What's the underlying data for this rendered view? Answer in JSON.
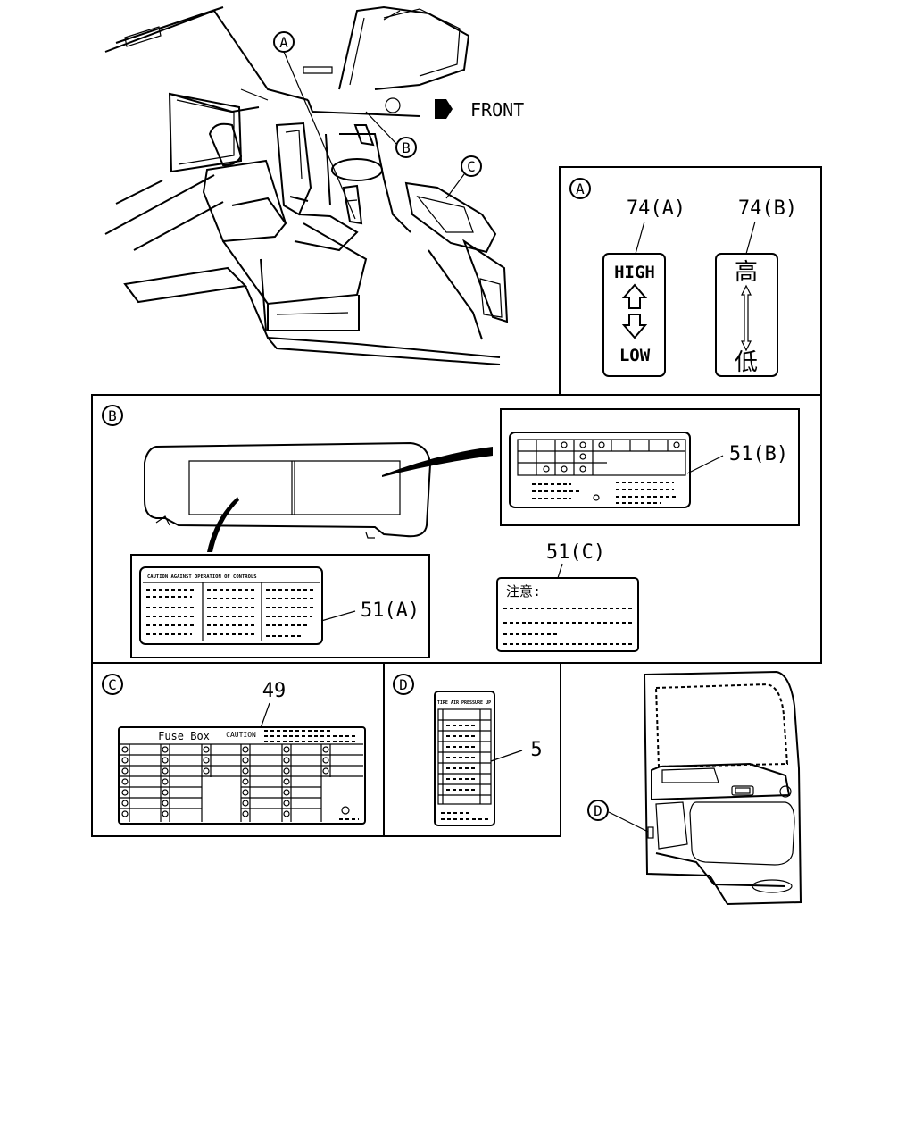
{
  "callouts": {
    "a": "A",
    "b": "B",
    "c": "C",
    "d": "D"
  },
  "front_label": "FRONT",
  "panel_a": {
    "label_left_ref": "74(A)",
    "label_right_ref": "74(B)",
    "high": "HIGH",
    "low": "LOW",
    "high_jp": "高",
    "low_jp": "低"
  },
  "panel_b": {
    "ref_a": "51(A)",
    "ref_b": "51(B)",
    "ref_c": "51(C)",
    "caution_jp": "注意:",
    "caution_header": "CAUTION AGAINST OPERATION OF CONTROLS"
  },
  "panel_c": {
    "ref": "49",
    "fuse_box": "Fuse Box",
    "caution": "CAUTION"
  },
  "panel_d": {
    "ref": "5",
    "header": "TIRE AIR PRESSURE UP"
  }
}
